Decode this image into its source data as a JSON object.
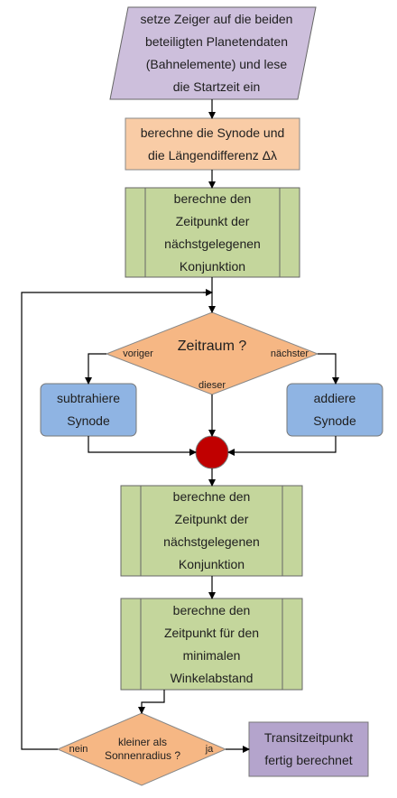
{
  "nodes": {
    "start": "setze Zeiger auf die beiden\nbeteiligten Planetendaten\n(Bahnelemente) und lese\ndie Startzeit ein",
    "synode": "berechne die Synode und\ndie Längendifferenz Δλ",
    "konj1": "berechne den\nZeitpunkt der\nnächstgelegenen\nKonjunktion",
    "decision": "Zeitraum ?",
    "subtract": "subtrahiere\nSynode",
    "add": "addiere\nSynode",
    "konj2": "berechne den\nZeitpunkt der\nnächstgelegenen\nKonjunktion",
    "minimal": "berechne den\nZeitpunkt für den\nminimalen\nWinkelabstand",
    "check": "kleiner als\nSonnenradius ?",
    "end": "Transitzeitpunkt\nfertig berechnet"
  },
  "edge_labels": {
    "prev": "voriger",
    "next": "nächster",
    "this": "dieser",
    "no": "nein",
    "yes": "ja"
  },
  "colors": {
    "parallelogram": "#cdbfdc",
    "orange": "#f9cca6",
    "decision": "#f6b784",
    "green": "#c4d69c",
    "blue": "#8fb4e3",
    "junction": "#c00000",
    "end": "#b4a4cc"
  }
}
